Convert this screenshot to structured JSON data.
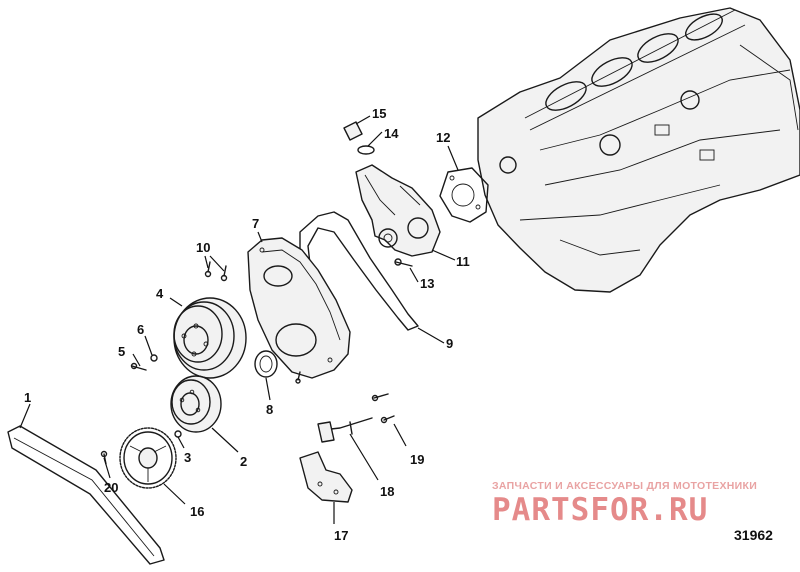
{
  "diagram": {
    "callouts": {
      "c1": "1",
      "c2": "2",
      "c3": "3",
      "c4": "4",
      "c5": "5",
      "c6": "6",
      "c7": "7",
      "c8": "8",
      "c9": "9",
      "c10": "10",
      "c11": "11",
      "c12": "12",
      "c13": "13",
      "c14": "14",
      "c15": "15",
      "c16": "16",
      "c17": "17",
      "c18": "18",
      "c19": "19",
      "c20": "20"
    },
    "diagram_id": "31962"
  },
  "watermark": {
    "tagline": "ЗАПЧАСТИ И АКСЕССУАРЫ ДЛЯ МОТОТЕХНИКИ",
    "brand": "PARTSFOR.RU"
  }
}
